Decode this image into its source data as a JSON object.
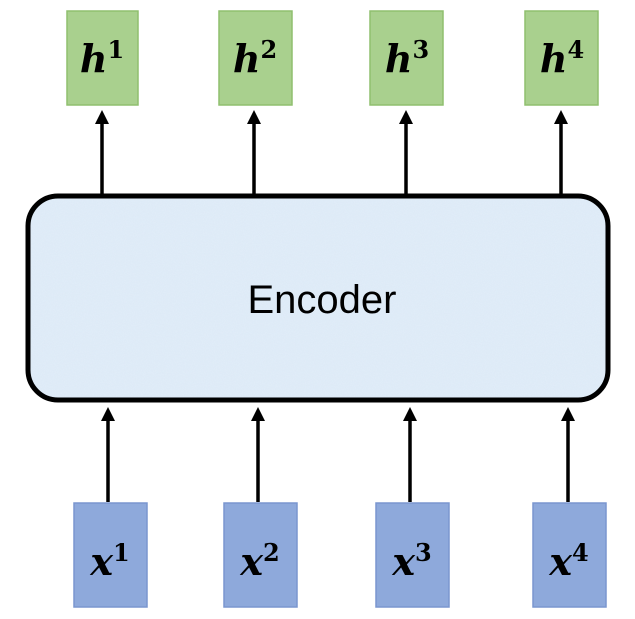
{
  "encoder": {
    "label": "Encoder"
  },
  "outputs": [
    {
      "symbol": "h",
      "index": "1"
    },
    {
      "symbol": "h",
      "index": "2"
    },
    {
      "symbol": "h",
      "index": "3"
    },
    {
      "symbol": "h",
      "index": "4"
    }
  ],
  "inputs": [
    {
      "symbol": "x",
      "index": "1"
    },
    {
      "symbol": "x",
      "index": "2"
    },
    {
      "symbol": "x",
      "index": "3"
    },
    {
      "symbol": "x",
      "index": "4"
    }
  ],
  "colors": {
    "output_box": "#a9d08e",
    "input_box": "#8ea9db",
    "encoder_fill": "#dce9f6",
    "encoder_border": "#000000"
  }
}
